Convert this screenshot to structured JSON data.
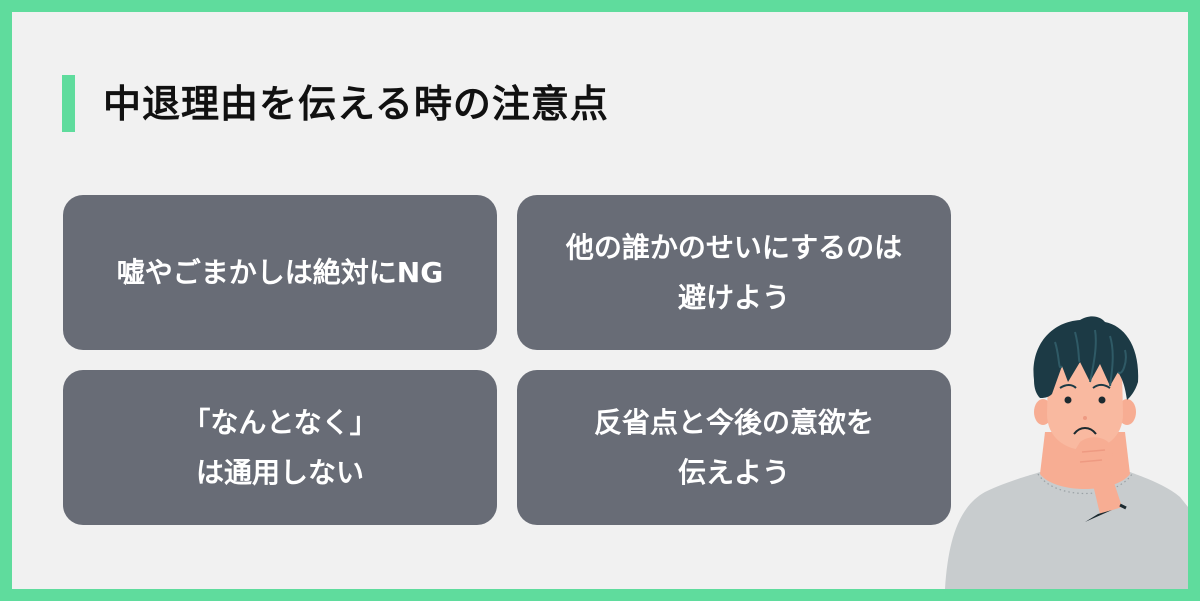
{
  "header": {
    "title": "中退理由を伝える時の注意点"
  },
  "cards": [
    {
      "lines": [
        "嘘やごまかしは絶対にNG"
      ]
    },
    {
      "lines": [
        "他の誰かのせいにするのは",
        "避けよう"
      ]
    },
    {
      "lines": [
        "「なんとなく」",
        "は通用しない"
      ]
    },
    {
      "lines": [
        "反省点と今後の意欲を",
        "伝えよう"
      ]
    }
  ],
  "illustration": {
    "icon": "thinking-man-illustration"
  },
  "colors": {
    "accent": "#5fdc9d",
    "background": "#f1f1f1",
    "card": "#686c76",
    "card_text": "#ffffff",
    "title_text": "#111111",
    "hair": "#1c3a45",
    "skin": "#f9b9a0",
    "sweater": "#c8ccce"
  }
}
